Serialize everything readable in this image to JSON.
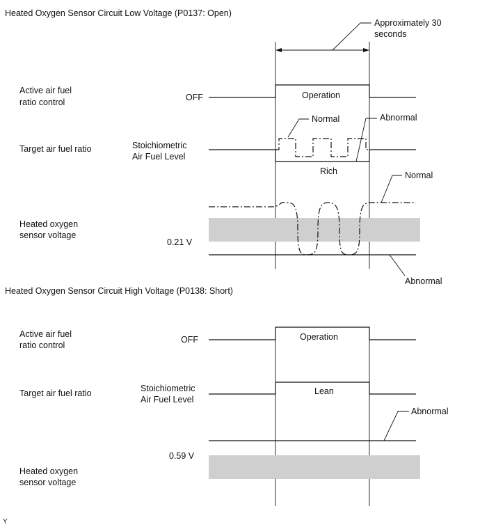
{
  "low_section": {
    "title": "Heated Oxygen Sensor Circuit Low Voltage (P0137: Open)",
    "duration_label_line1": "Approximately 30",
    "duration_label_line2": "seconds",
    "row1_label_line1": "Active air fuel",
    "row1_label_line2": "ratio control",
    "row1_off": "OFF",
    "row1_state": "Operation",
    "row2_label": "Target air fuel ratio",
    "row2_level_line1": "Stoichiometric",
    "row2_level_line2": "Air Fuel Level",
    "row2_normal": "Normal",
    "row2_abnormal": "Abnormal",
    "row2_rich": "Rich",
    "row3_label_line1": "Heated oxygen",
    "row3_label_line2": "sensor voltage",
    "row3_voltage": "0.21 V",
    "row3_normal": "Normal",
    "row3_abnormal": "Abnormal"
  },
  "high_section": {
    "title": "Heated Oxygen Sensor Circuit High Voltage (P0138: Short)",
    "row1_label_line1": "Active air fuel",
    "row1_label_line2": "ratio control",
    "row1_off": "OFF",
    "row1_state": "Operation",
    "row2_label": "Target air fuel ratio",
    "row2_level_line1": "Stoichiometric",
    "row2_level_line2": "Air Fuel Level",
    "row2_lean": "Lean",
    "row3_voltage": "0.59 V",
    "row3_abnormal": "Abnormal",
    "row3_label_line1": "Heated oxygen",
    "row3_label_line2": "sensor voltage"
  },
  "figure_code": "Y"
}
